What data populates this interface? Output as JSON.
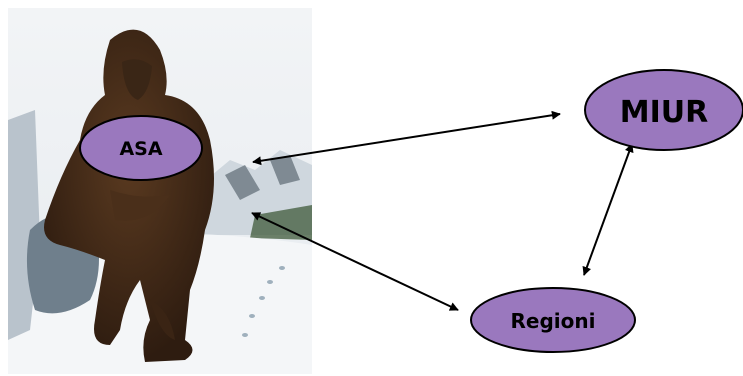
{
  "diagram": {
    "nodes": {
      "asa": {
        "label": "ASA"
      },
      "miur": {
        "label": "MIUR"
      },
      "regioni": {
        "label": "Regioni"
      }
    },
    "edges": [
      {
        "from": "asa",
        "to": "miur",
        "style": "double-arrow"
      },
      {
        "from": "asa",
        "to": "regioni",
        "style": "double-arrow"
      },
      {
        "from": "miur",
        "to": "regioni",
        "style": "double-arrow"
      }
    ]
  },
  "illustration": {
    "subject": "yeti-in-snowy-mountains"
  },
  "colors": {
    "node_fill": "#9a78be",
    "node_stroke": "#000000",
    "arrow": "#000000"
  }
}
